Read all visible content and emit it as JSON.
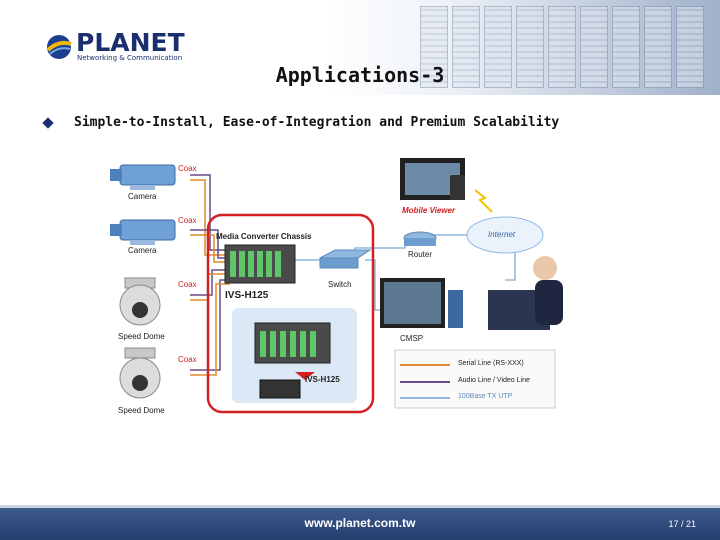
{
  "slide": {
    "logo_word": "PLANET",
    "logo_tagline": "Networking & Communication",
    "title": "Applications-3",
    "bullet": "Simple-to-Install, Ease-of-Integration and Premium Scalability",
    "footer_url": "www.planet.com.tw",
    "page_number": "17 / 21"
  },
  "diagram": {
    "coax": "Coax",
    "camera": "Camera",
    "speed_dome": "Speed Dome",
    "chassis": "Media Converter Chassis",
    "ivs_h125": "IVS-H125",
    "switch": "Switch",
    "router": "Router",
    "internet": "Internet",
    "mobile_viewer": "Mobile Viewer",
    "cms": "CMSP",
    "legend": {
      "serial": "Serial Line (RS-XXX)",
      "audio_video": "Audio Line / Video Line",
      "utp": "100Base TX UTP"
    },
    "colors": {
      "serial": "#e08a2a",
      "audio_video": "#6a4a8a",
      "utp": "#8fb8e0",
      "highlight": "#d42020"
    }
  }
}
